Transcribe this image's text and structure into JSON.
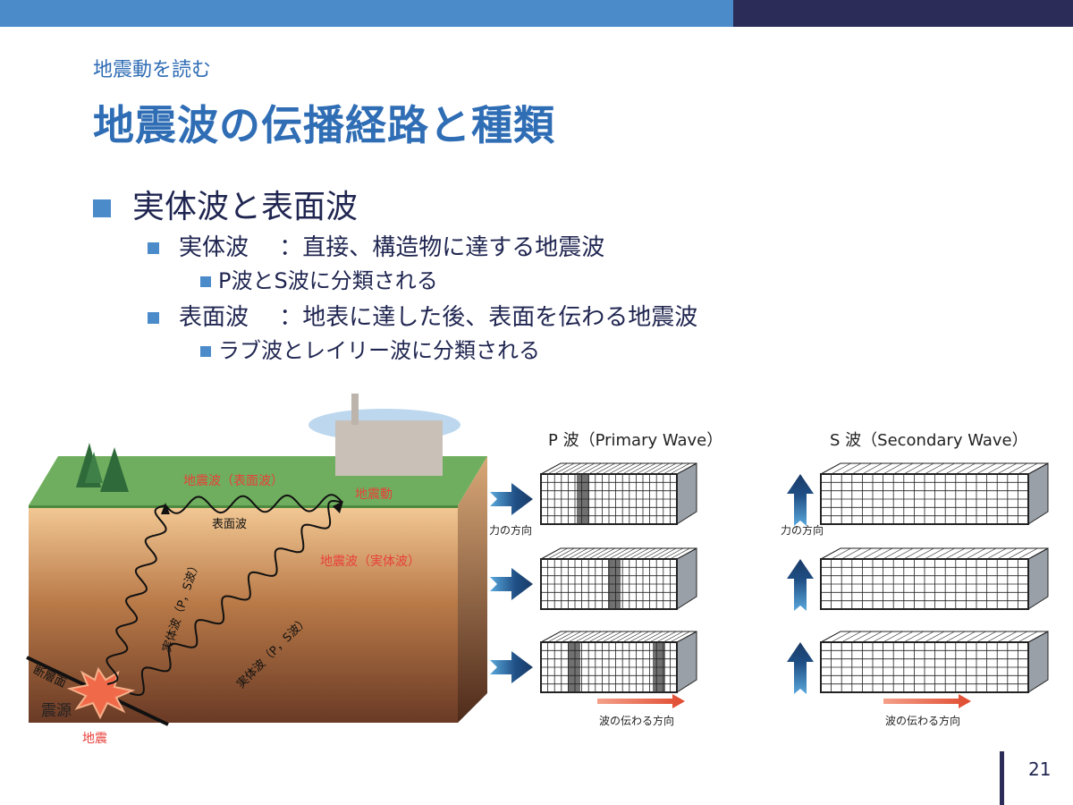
{
  "header": {
    "subtitle": "地震動を読む",
    "title": "地震波の伝播経路と種類"
  },
  "bullets": {
    "l1": "実体波と表面波",
    "body": "実体波　 ：直接、構造物に達する地震波",
    "body_sub": "P波とS波に分類される",
    "surface": "表面波　 ：地表に達した後、表面を伝わる地震波",
    "surface_sub": "ラブ波とレイリー波に分類される"
  },
  "diagram": {
    "surface_wave_red": "地震波（表面波）",
    "ground_motion": "地震動",
    "surface_wave": "表面波",
    "body_wave_red": "地震波（実体波）",
    "body_wave_1": "実体波（P，S波）",
    "body_wave_2": "実体波（P，S波）",
    "fault": "断層面",
    "hypocenter": "震源",
    "earthquake": "地震",
    "p_title": "P 波（Primary Wave）",
    "s_title": "S 波（Secondary Wave）",
    "force_p": "力の方向",
    "force_s": "力の方向",
    "prop_p": "波の伝わる方向",
    "prop_s": "波の伝わる方向"
  },
  "page_number": "21"
}
